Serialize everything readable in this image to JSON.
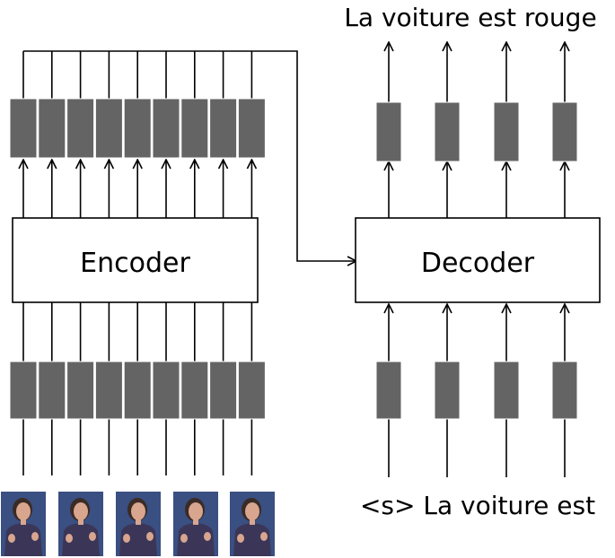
{
  "diagram": {
    "encoder_label": "Encoder",
    "decoder_label": "Decoder",
    "output_sentence": "La voiture est rouge",
    "input_sentence": "<s> La voiture est"
  },
  "frames": [
    {
      "icon": "sign-language-frame-icon"
    },
    {
      "icon": "sign-language-frame-icon"
    },
    {
      "icon": "sign-language-frame-icon"
    },
    {
      "icon": "sign-language-frame-icon"
    },
    {
      "icon": "sign-language-frame-icon"
    }
  ],
  "colors": {
    "block_fill": "#646464",
    "line": "#000000",
    "box_fill": "#ffffff",
    "frame_bg": "#3a4f82",
    "person_shirt": "#3b3657",
    "person_skin": "#d8a58f",
    "person_hair": "#3a2b25"
  }
}
